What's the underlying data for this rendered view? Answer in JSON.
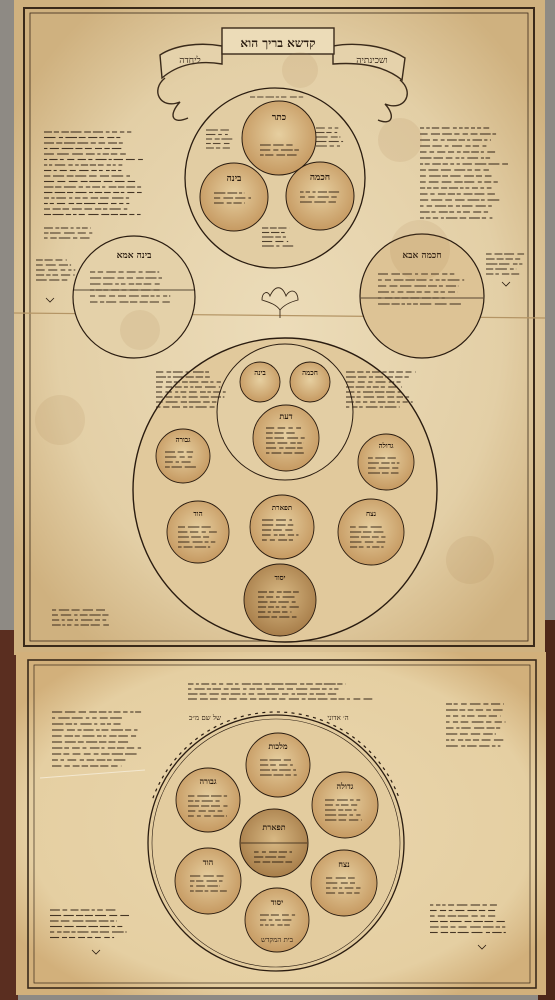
{
  "banner": {
    "center": "קדשא בריך הוא",
    "left": "ליחדה",
    "right": "ושכינתיה"
  },
  "upper_sheet": {
    "head_triad": [
      {
        "name": "כתר"
      },
      {
        "name": "חכמה"
      },
      {
        "name": "בינה"
      }
    ],
    "side_circles": [
      {
        "name": "בינה אמא"
      },
      {
        "name": "חכמה אבא"
      }
    ],
    "tree_circles": [
      {
        "name": "חכמה"
      },
      {
        "name": "בינה"
      },
      {
        "name": "דעת"
      },
      {
        "name": "גבורה"
      },
      {
        "name": "גדולה"
      },
      {
        "name": "הוד"
      },
      {
        "name": "תפארת"
      },
      {
        "name": "נצח"
      },
      {
        "name": "יסוד"
      }
    ]
  },
  "lower_sheet": {
    "header_left": "של שם מ״ב",
    "header_right": "ה׳ אדוני",
    "circles": [
      {
        "name": "מלכות"
      },
      {
        "name": "גבורה"
      },
      {
        "name": "גדולה"
      },
      {
        "name": "תפארת"
      },
      {
        "name": "הוד"
      },
      {
        "name": "נצח"
      },
      {
        "name": "יסוד"
      },
      {
        "name": "בית המקדש"
      }
    ]
  },
  "colors": {
    "parchment": "#e9d9b6",
    "ink": "#2a1c10",
    "stain": "#a47c47",
    "background": "#8e8a84",
    "leather": "#5a2e20"
  }
}
